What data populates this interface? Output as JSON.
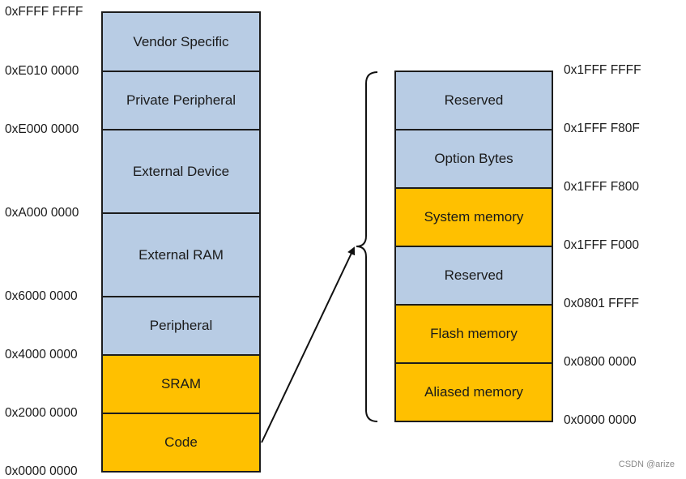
{
  "left_memory_map": {
    "regions": [
      {
        "label": "Vendor Specific",
        "fill": "#b8cce4"
      },
      {
        "label": "Private Peripheral",
        "fill": "#b8cce4"
      },
      {
        "label": "External Device",
        "fill": "#b8cce4"
      },
      {
        "label": "External RAM",
        "fill": "#b8cce4"
      },
      {
        "label": "Peripheral",
        "fill": "#b8cce4"
      },
      {
        "label": "SRAM",
        "fill": "#ffc000"
      },
      {
        "label": "Code",
        "fill": "#ffc000"
      }
    ],
    "addresses": [
      "0xFFFF FFFF",
      "0xE010 0000",
      "0xE000 0000",
      "0xA000 0000",
      "0x6000 0000",
      "0x4000 0000",
      "0x2000 0000",
      "0x0000 0000"
    ]
  },
  "right_memory_map": {
    "regions": [
      {
        "label": "Reserved",
        "fill": "#b8cce4"
      },
      {
        "label": "Option Bytes",
        "fill": "#b8cce4"
      },
      {
        "label": "System memory",
        "fill": "#ffc000"
      },
      {
        "label": "Reserved",
        "fill": "#b8cce4"
      },
      {
        "label": "Flash memory",
        "fill": "#ffc000"
      },
      {
        "label": "Aliased memory",
        "fill": "#ffc000"
      }
    ],
    "addresses": [
      "0x1FFF FFFF",
      "0x1FFF F80F",
      "0x1FFF F800",
      "0x1FFF F000",
      "0x0801 FFFF",
      "0x0800 0000",
      "0x0000 0000"
    ]
  },
  "colors": {
    "reserved_blue": "#b8cce4",
    "memory_gold": "#ffc000",
    "border": "#1c1c1c"
  },
  "watermark": "CSDN @arize"
}
